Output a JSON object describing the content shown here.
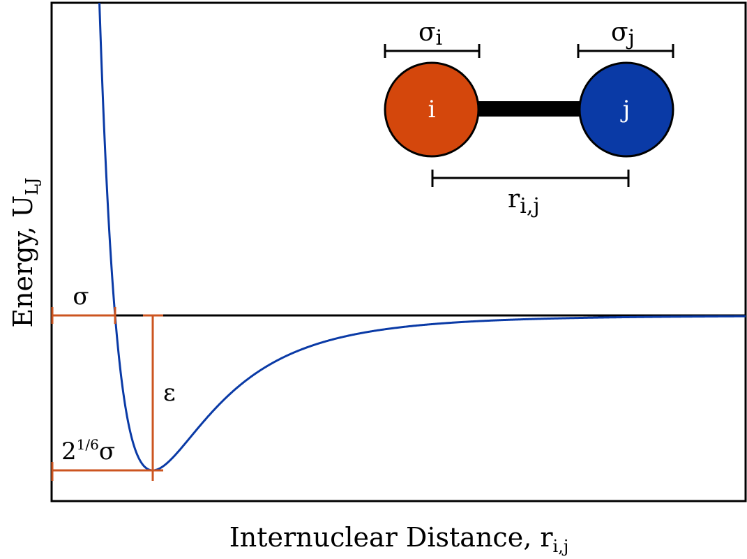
{
  "figure": {
    "y_axis_label": {
      "main": "Energy, U",
      "sub": "LJ"
    },
    "x_axis_label": {
      "main": "Internuclear Distance, r",
      "sub": "i,j"
    },
    "sigma_label": "σ",
    "epsilon_label": "ε",
    "rmin_label": {
      "base": "2",
      "exponent": "1/6",
      "suffix": "σ"
    },
    "atom_i": {
      "label": "i",
      "color": "#d4470c"
    },
    "atom_j": {
      "label": "j",
      "color": "#0a3aa6"
    },
    "sigma_i_label": {
      "main": "σ",
      "sub": "i"
    },
    "sigma_j_label": {
      "main": "σ",
      "sub": "j"
    },
    "distance_label": {
      "main": "r",
      "sub": "i,j"
    },
    "colors": {
      "curve": "#0a3aa6",
      "annotation": "#cc5520",
      "axis": "#000000"
    }
  }
}
